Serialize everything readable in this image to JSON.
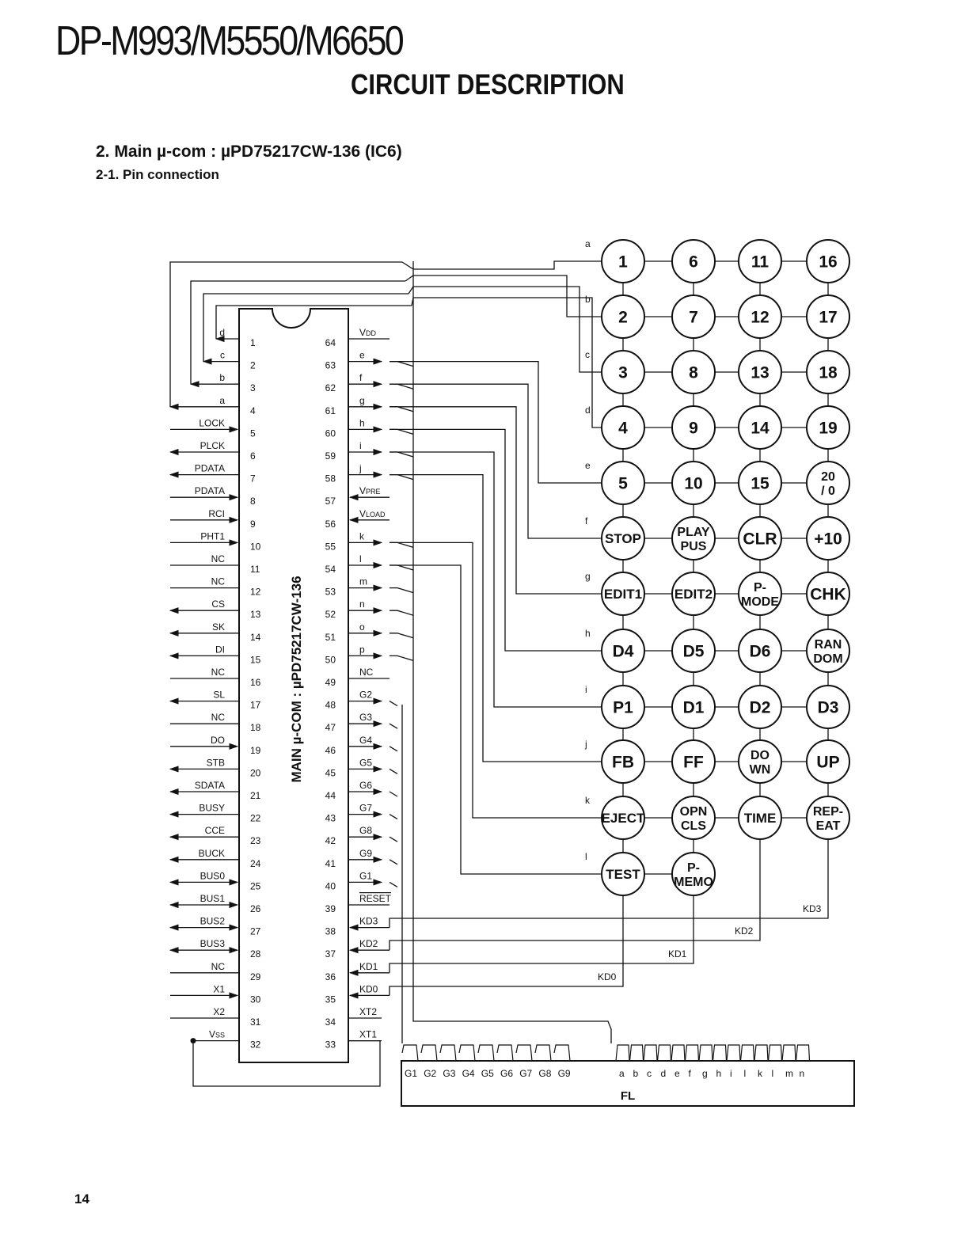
{
  "header": {
    "model": "DP-M993/M5550/M6650",
    "title": "CIRCUIT DESCRIPTION",
    "section": "2. Main µ-com : µPD75217CW-136 (IC6)",
    "subsection": "2-1. Pin connection"
  },
  "page_number": "14",
  "diagram": {
    "chip_label": "MAIN µ-COM : µPD75217CW-136",
    "left_pins": [
      {
        "num": "1",
        "signal": "d",
        "dir": "out"
      },
      {
        "num": "2",
        "signal": "c",
        "dir": "out"
      },
      {
        "num": "3",
        "signal": "b",
        "dir": "out"
      },
      {
        "num": "4",
        "signal": "a",
        "dir": "out"
      },
      {
        "num": "5",
        "signal": "LOCK",
        "dir": "in"
      },
      {
        "num": "6",
        "signal": "PLCK",
        "dir": "out"
      },
      {
        "num": "7",
        "signal": "PDATA",
        "dir": "out"
      },
      {
        "num": "8",
        "signal": "PDATA",
        "dir": "in"
      },
      {
        "num": "9",
        "signal": "RCI",
        "dir": "in"
      },
      {
        "num": "10",
        "signal": "PHT1",
        "dir": "in"
      },
      {
        "num": "11",
        "signal": "NC",
        "dir": "none"
      },
      {
        "num": "12",
        "signal": "NC",
        "dir": "none"
      },
      {
        "num": "13",
        "signal": "CS",
        "dir": "out"
      },
      {
        "num": "14",
        "signal": "SK",
        "dir": "out"
      },
      {
        "num": "15",
        "signal": "DI",
        "dir": "out"
      },
      {
        "num": "16",
        "signal": "NC",
        "dir": "none"
      },
      {
        "num": "17",
        "signal": "SL",
        "dir": "out"
      },
      {
        "num": "18",
        "signal": "NC",
        "dir": "none"
      },
      {
        "num": "19",
        "signal": "DO",
        "dir": "in"
      },
      {
        "num": "20",
        "signal": "STB",
        "dir": "out"
      },
      {
        "num": "21",
        "signal": "SDATA",
        "dir": "out"
      },
      {
        "num": "22",
        "signal": "BUSY",
        "dir": "out"
      },
      {
        "num": "23",
        "signal": "CCE",
        "dir": "out"
      },
      {
        "num": "24",
        "signal": "BUCK",
        "dir": "out"
      },
      {
        "num": "25",
        "signal": "BUS0",
        "dir": "both"
      },
      {
        "num": "26",
        "signal": "BUS1",
        "dir": "both"
      },
      {
        "num": "27",
        "signal": "BUS2",
        "dir": "both"
      },
      {
        "num": "28",
        "signal": "BUS3",
        "dir": "both"
      },
      {
        "num": "29",
        "signal": "NC",
        "dir": "none"
      },
      {
        "num": "30",
        "signal": "X1",
        "dir": "in"
      },
      {
        "num": "31",
        "signal": "X2",
        "dir": "none"
      },
      {
        "num": "32",
        "signal": "VSS",
        "dir": "none"
      }
    ],
    "right_pins": [
      {
        "num": "64",
        "signal": "VDD",
        "dir": "none"
      },
      {
        "num": "63",
        "signal": "e",
        "dir": "out"
      },
      {
        "num": "62",
        "signal": "f",
        "dir": "out"
      },
      {
        "num": "61",
        "signal": "g",
        "dir": "out"
      },
      {
        "num": "60",
        "signal": "h",
        "dir": "out"
      },
      {
        "num": "59",
        "signal": "i",
        "dir": "out"
      },
      {
        "num": "58",
        "signal": "j",
        "dir": "out"
      },
      {
        "num": "57",
        "signal": "VPRE",
        "dir": "in"
      },
      {
        "num": "56",
        "signal": "VLOAD",
        "dir": "in"
      },
      {
        "num": "55",
        "signal": "k",
        "dir": "out"
      },
      {
        "num": "54",
        "signal": "l",
        "dir": "out"
      },
      {
        "num": "53",
        "signal": "m",
        "dir": "out"
      },
      {
        "num": "52",
        "signal": "n",
        "dir": "out"
      },
      {
        "num": "51",
        "signal": "o",
        "dir": "out"
      },
      {
        "num": "50",
        "signal": "p",
        "dir": "out"
      },
      {
        "num": "49",
        "signal": "NC",
        "dir": "none"
      },
      {
        "num": "48",
        "signal": "G2",
        "dir": "out"
      },
      {
        "num": "47",
        "signal": "G3",
        "dir": "out"
      },
      {
        "num": "46",
        "signal": "G4",
        "dir": "out"
      },
      {
        "num": "45",
        "signal": "G5",
        "dir": "out"
      },
      {
        "num": "44",
        "signal": "G6",
        "dir": "out"
      },
      {
        "num": "43",
        "signal": "G7",
        "dir": "out"
      },
      {
        "num": "42",
        "signal": "G8",
        "dir": "out"
      },
      {
        "num": "41",
        "signal": "G9",
        "dir": "out"
      },
      {
        "num": "40",
        "signal": "G1",
        "dir": "out"
      },
      {
        "num": "39",
        "signal": "RESET",
        "dir": "none"
      },
      {
        "num": "38",
        "signal": "KD3",
        "dir": "in"
      },
      {
        "num": "37",
        "signal": "KD2",
        "dir": "in"
      },
      {
        "num": "36",
        "signal": "KD1",
        "dir": "in"
      },
      {
        "num": "35",
        "signal": "KD0",
        "dir": "in"
      },
      {
        "num": "34",
        "signal": "XT2",
        "dir": "none"
      },
      {
        "num": "33",
        "signal": "XT1",
        "dir": "none"
      }
    ],
    "row_labels": [
      "a",
      "b",
      "c",
      "d",
      "e",
      "f",
      "g",
      "h",
      "i",
      "j",
      "k",
      "l"
    ],
    "keys": [
      [
        "1",
        "6",
        "11",
        "16"
      ],
      [
        "2",
        "7",
        "12",
        "17"
      ],
      [
        "3",
        "8",
        "13",
        "18"
      ],
      [
        "4",
        "9",
        "14",
        "19"
      ],
      [
        "5",
        "10",
        "15",
        "20\n/ 0"
      ],
      [
        "STOP",
        "PLAY\nPUS",
        "CLR",
        "+10"
      ],
      [
        "EDIT1",
        "EDIT2",
        "P-\nMODE",
        "CHK"
      ],
      [
        "D4",
        "D5",
        "D6",
        "RAN\nDOM"
      ],
      [
        "P1",
        "D1",
        "D2",
        "D3"
      ],
      [
        "FB",
        "FF",
        "DO\nWN",
        "UP"
      ],
      [
        "EJECT",
        "OPN\nCLS",
        "TIME",
        "REP-\nEAT"
      ],
      [
        "TEST",
        "P-\nMEMO",
        "",
        ""
      ]
    ],
    "kd_labels": [
      "KD0",
      "KD1",
      "KD2",
      "KD3"
    ],
    "fl_grids": [
      "G1",
      "G2",
      "G3",
      "G4",
      "G5",
      "G6",
      "G7",
      "G8",
      "G9"
    ],
    "fl_segments": [
      "a",
      "b",
      "c",
      "d",
      "e",
      "f",
      "g",
      "h",
      "i",
      "l",
      "k",
      "l",
      "m",
      "n"
    ],
    "fl_label": "FL"
  }
}
